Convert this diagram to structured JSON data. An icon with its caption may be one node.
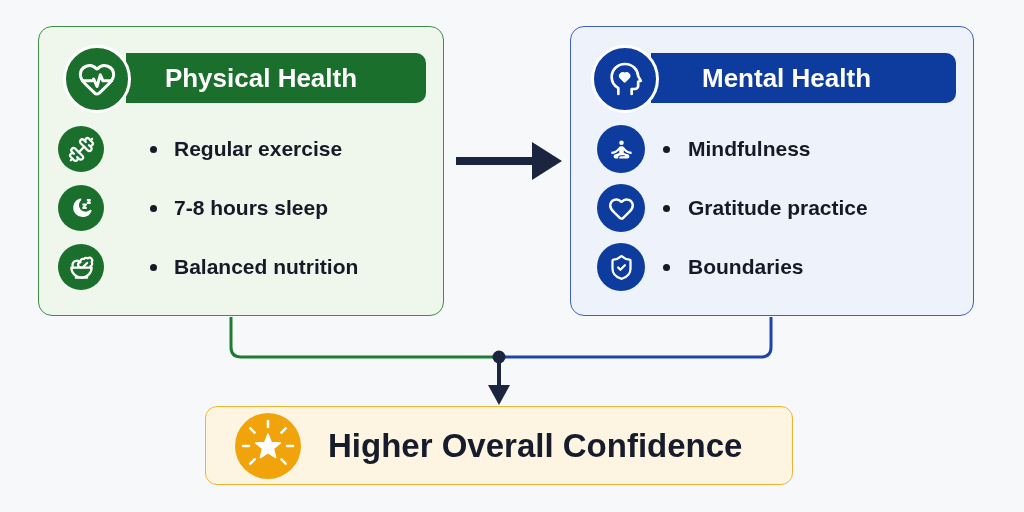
{
  "diagram": {
    "nodes": [
      {
        "text": [
          "Physical Health",
          "Regular exercise",
          "7-8 hours sleep",
          "Balanced nutrition"
        ]
      },
      {
        "text": [
          "Mental Health",
          "Mindfulness",
          "Gratitude practice",
          "Boundaries"
        ]
      },
      {
        "text": [
          "Higher Overall Confidence"
        ]
      }
    ],
    "edges": [
      {
        "from": 0,
        "to": 1,
        "arrow": "to",
        "style": "thick"
      },
      {
        "from": 0,
        "to": 2,
        "arrow": "to",
        "color": "#1f7a32"
      },
      {
        "from": 1,
        "to": 2,
        "arrow": "to",
        "color": "#1f45a8"
      }
    ]
  }
}
